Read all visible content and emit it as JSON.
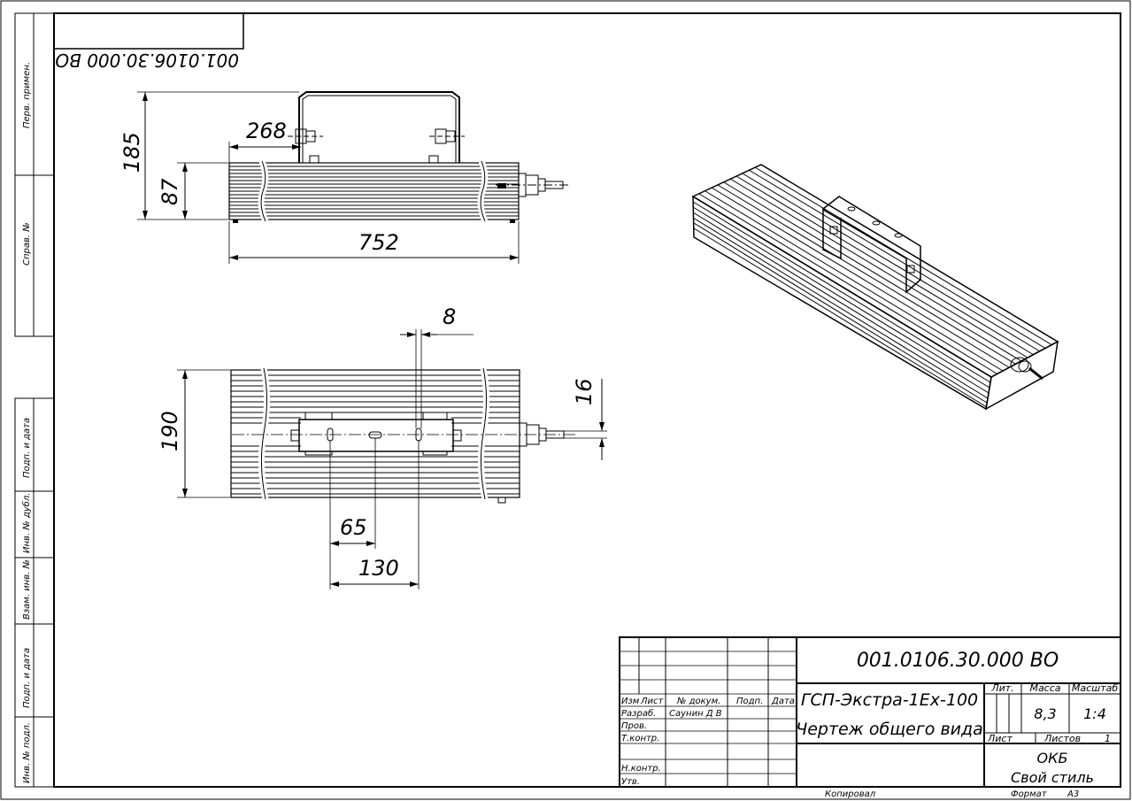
{
  "frame": {
    "left_strip": [
      "Перв. примен.",
      "Справ. №",
      "Подп. и дата",
      "Инв. № дубл.",
      "Взам. инв. №",
      "Подп. и дата",
      "Инв. № подл."
    ],
    "mirrored_code": "001.0106.30.000 ВО"
  },
  "dimensions": {
    "side_height_total": "185",
    "side_height_body": "87",
    "side_offset": "268",
    "side_length": "752",
    "top_width": "190",
    "top_gap": "8",
    "top_cable": "16",
    "top_hole_half": "65",
    "top_hole_full": "130"
  },
  "title_block": {
    "doc_code": "001.0106.30.000 ВО",
    "name_line1": "ГСП-Экстра-1Ex-100",
    "name_line2": "Чертеж общего вида",
    "col_izm": "Изм",
    "col_list": "Лист",
    "col_docnum": "№ докум.",
    "col_podp": "Подп.",
    "col_data": "Дата",
    "row_razrab": "Разраб.",
    "razrab_name": "Саунин Д В",
    "row_prov": "Пров.",
    "row_tkontr": "Т.контр.",
    "row_nkontr": "Н.контр.",
    "row_utv": "Утв.",
    "lit_label": "Лит.",
    "massa_label": "Масса",
    "masshtab_label": "Масштаб",
    "massa_value": "8,3",
    "masshtab_value": "1:4",
    "sheet_label": "Лист",
    "sheets_label": "Листов",
    "sheets_value": "1",
    "org_line1": "ОКБ",
    "org_line2": "Свой стиль"
  },
  "footer": {
    "copied": "Копировал",
    "format_label": "Формат",
    "format_value": "А3"
  }
}
